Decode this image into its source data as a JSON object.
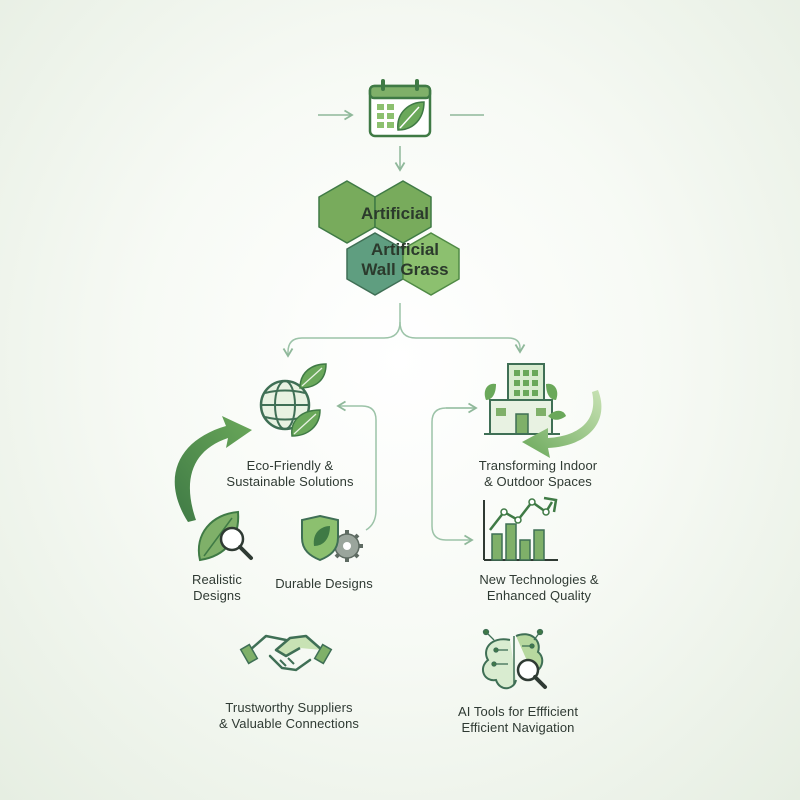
{
  "hex_cluster": {
    "label_top": "Artificial",
    "label_bottom_line1": "Artificial",
    "label_bottom_line2": "Wall Grass"
  },
  "nodes": {
    "eco": {
      "line1": "Eco-Friendly &",
      "line2": "Sustainable Solutions",
      "icon": "globe-leaves-icon"
    },
    "realistic": {
      "line1": "Realistic",
      "line2": "Designs",
      "icon": "leaf-magnifier-icon"
    },
    "durable": {
      "line1": "Durable Designs",
      "icon": "shield-gear-icon"
    },
    "transforming": {
      "line1": "Transforming Indoor",
      "line2": "& Outdoor Spaces",
      "icon": "green-building-icon"
    },
    "newtech": {
      "line1": "New Technologies &",
      "line2": "Enhanced Quality",
      "icon": "growth-chart-icon"
    },
    "trustworthy": {
      "line1": "Trustworthy Suppliers",
      "line2": "& Valuable Connections",
      "icon": "handshake-icon"
    },
    "aitools": {
      "line1": "AI Tools for Effficient",
      "line2": "Efficient Navigation",
      "icon": "brain-magnifier-icon"
    }
  },
  "colors": {
    "dark_green": "#3f7a45",
    "mid_green": "#7fb069",
    "light_green": "#a8d08d",
    "teal_green": "#5f9e80",
    "line": "#9cc3a8"
  }
}
